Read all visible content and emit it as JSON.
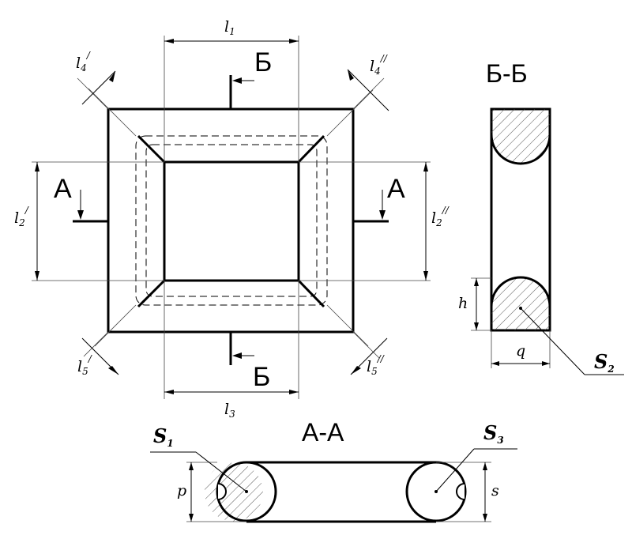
{
  "labels": {
    "section_a": "А",
    "section_b": "Б",
    "section_aa": "А-А",
    "section_bb": "Б-Б",
    "l": "l",
    "h": "h",
    "q": "q",
    "p": "p",
    "s": "s",
    "S": "S",
    "sub_1": "1",
    "sub_2": "2",
    "sub_3": "3",
    "sub_4": "4",
    "sub_5": "5",
    "prime": "/",
    "double_prime": "//"
  }
}
